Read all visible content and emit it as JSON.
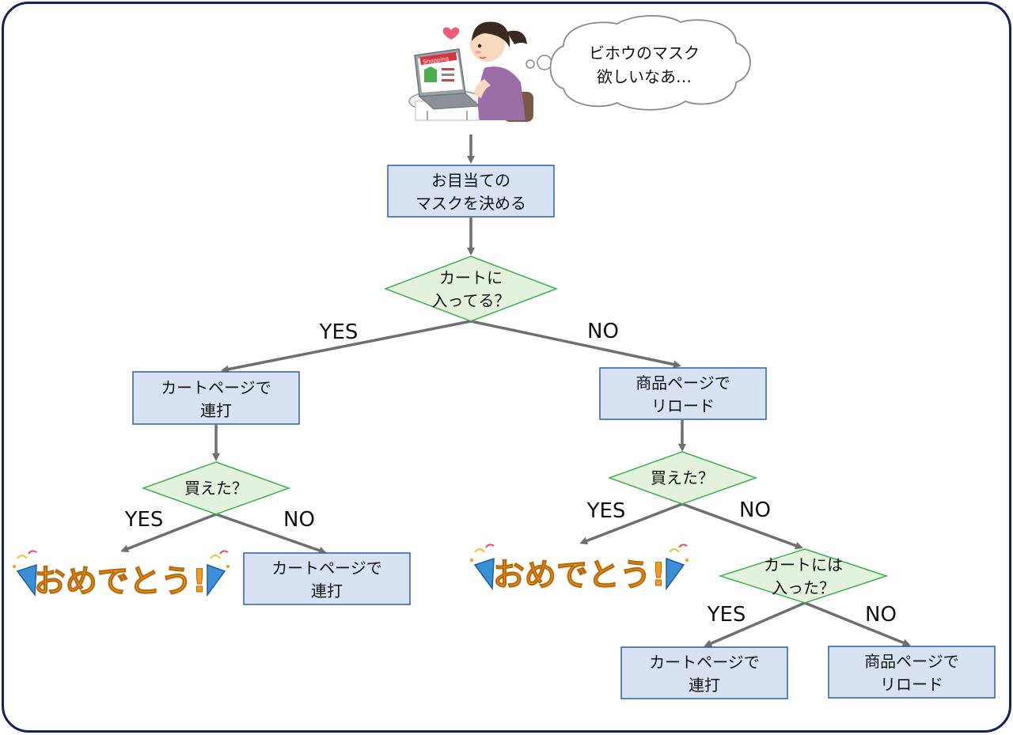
{
  "thought_bubble": {
    "line1": "ビホウのマスク",
    "line2": "欲しいなあ…"
  },
  "nodes": {
    "decide": {
      "line1": "お目当ての",
      "line2": "マスクを決める"
    },
    "in_cart_q": {
      "line1": "カートに",
      "line2": "入ってる？"
    },
    "cart_spam_left": {
      "line1": "カートページで",
      "line2": "連打"
    },
    "reload_right": {
      "line1": "商品ページで",
      "line2": "リロード"
    },
    "bought_q_left": {
      "line1": "買えた？"
    },
    "bought_q_right": {
      "line1": "買えた？"
    },
    "cart_spam_left_no": {
      "line1": "カートページで",
      "line2": "連打"
    },
    "in_cart_q2": {
      "line1": "カートには",
      "line2": "入った？"
    },
    "cart_spam_right_yes": {
      "line1": "カートページで",
      "line2": "連打"
    },
    "reload_right_no": {
      "line1": "商品ページで",
      "line2": "リロード"
    }
  },
  "edge_labels": {
    "top_yes": "YES",
    "top_no": "NO",
    "left_yes": "YES",
    "left_no": "NO",
    "right_yes": "YES",
    "right_no": "NO",
    "bottom_yes": "YES",
    "bottom_no": "NO"
  },
  "celebration": {
    "left": "おめでとう!",
    "right": "おめでとう!"
  },
  "illustration": {
    "laptop_screen_text": "Shopping"
  },
  "colors": {
    "frame": "#10245a",
    "process_fill": "#d8e1f2",
    "process_stroke": "#2e5fa6",
    "decision_fill": "#e4f1dd",
    "decision_stroke": "#3cb050",
    "arrow": "#6f6f6f",
    "celebration": "#f39c1f"
  }
}
